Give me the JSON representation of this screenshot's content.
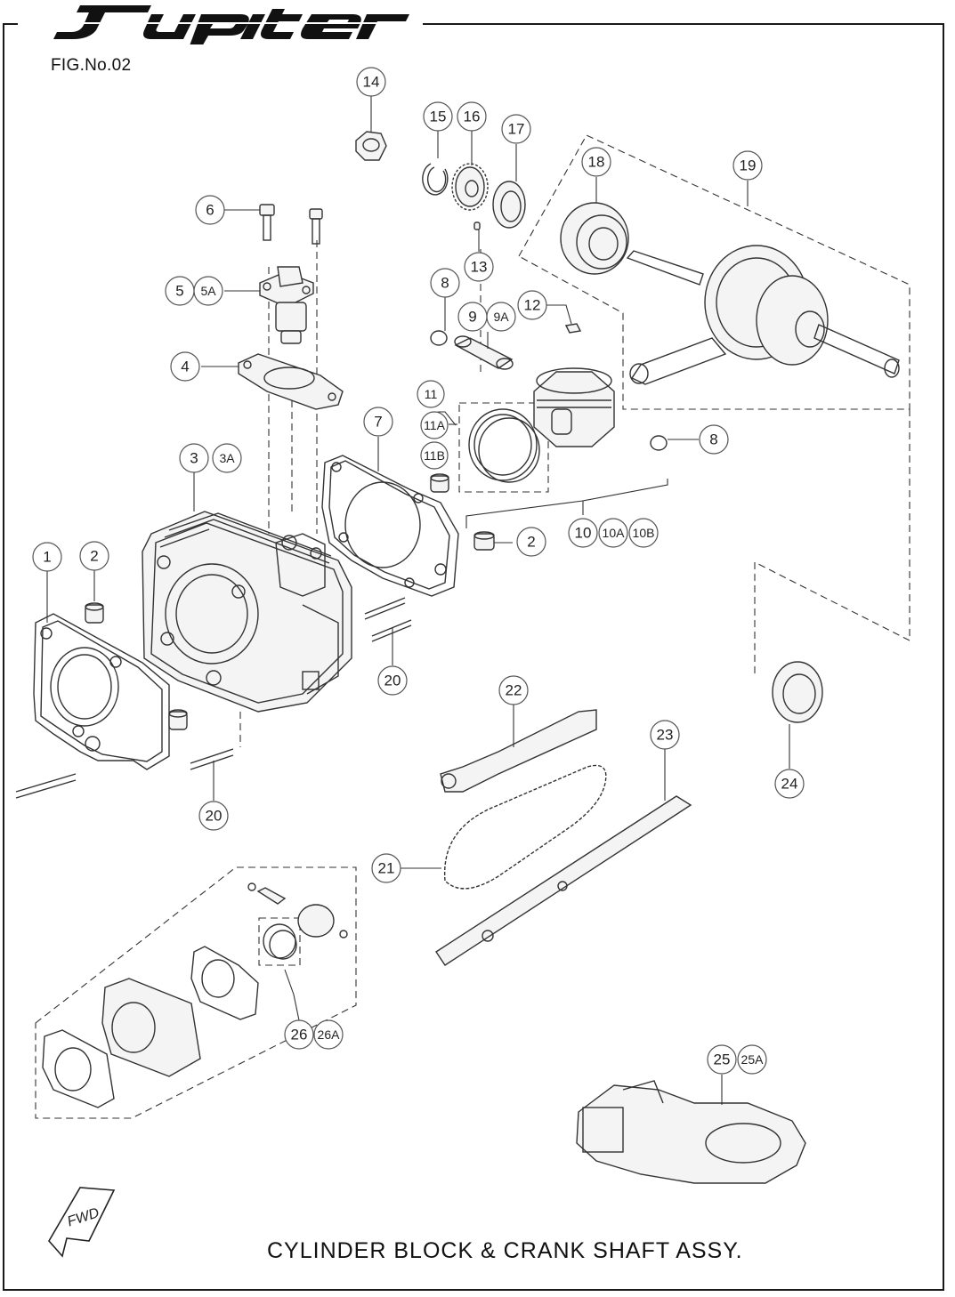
{
  "header": {
    "brand_logo": "Jupiter",
    "fig_no": "FIG.No.02"
  },
  "footer": {
    "caption": "CYLINDER BLOCK & CRANK SHAFT ASSY.",
    "fwd_label": "FWD"
  },
  "callouts": [
    {
      "id": "c1",
      "label": "1"
    },
    {
      "id": "c2a",
      "label": "2"
    },
    {
      "id": "c2b",
      "label": "2"
    },
    {
      "id": "c3",
      "label": "3"
    },
    {
      "id": "c3a",
      "label": "3A"
    },
    {
      "id": "c4",
      "label": "4"
    },
    {
      "id": "c5",
      "label": "5"
    },
    {
      "id": "c5a",
      "label": "5A"
    },
    {
      "id": "c6",
      "label": "6"
    },
    {
      "id": "c7",
      "label": "7"
    },
    {
      "id": "c8a",
      "label": "8"
    },
    {
      "id": "c8b",
      "label": "8"
    },
    {
      "id": "c9",
      "label": "9"
    },
    {
      "id": "c9a",
      "label": "9A"
    },
    {
      "id": "c10",
      "label": "10"
    },
    {
      "id": "c10a",
      "label": "10A"
    },
    {
      "id": "c10b",
      "label": "10B"
    },
    {
      "id": "c11",
      "label": "11"
    },
    {
      "id": "c11a",
      "label": "11A"
    },
    {
      "id": "c11b",
      "label": "11B"
    },
    {
      "id": "c12",
      "label": "12"
    },
    {
      "id": "c13",
      "label": "13"
    },
    {
      "id": "c14",
      "label": "14"
    },
    {
      "id": "c15",
      "label": "15"
    },
    {
      "id": "c16",
      "label": "16"
    },
    {
      "id": "c17",
      "label": "17"
    },
    {
      "id": "c18",
      "label": "18"
    },
    {
      "id": "c19",
      "label": "19"
    },
    {
      "id": "c20a",
      "label": "20"
    },
    {
      "id": "c20b",
      "label": "20"
    },
    {
      "id": "c21",
      "label": "21"
    },
    {
      "id": "c22",
      "label": "22"
    },
    {
      "id": "c23",
      "label": "23"
    },
    {
      "id": "c24",
      "label": "24"
    },
    {
      "id": "c25",
      "label": "25"
    },
    {
      "id": "c25a",
      "label": "25A"
    },
    {
      "id": "c26",
      "label": "26"
    },
    {
      "id": "c26a",
      "label": "26A"
    }
  ]
}
